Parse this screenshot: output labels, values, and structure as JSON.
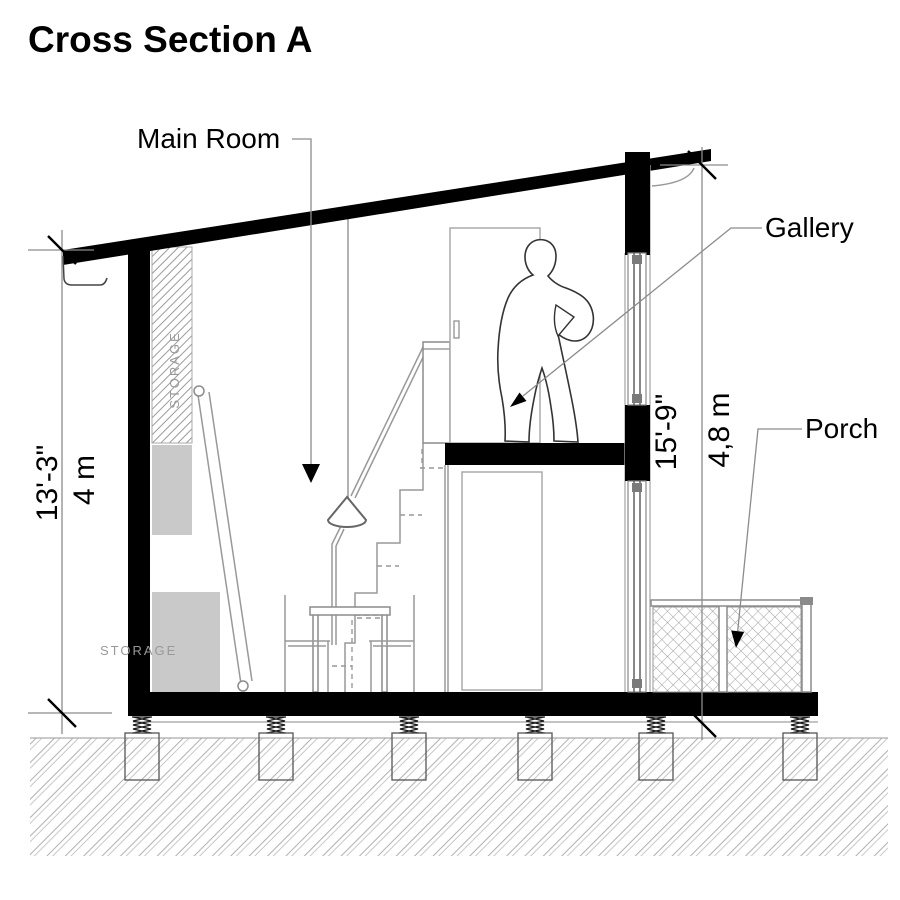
{
  "title": "Cross Section A",
  "labels": {
    "main_room": "Main Room",
    "gallery": "Gallery",
    "porch": "Porch",
    "storage_upper": "STORAGE",
    "storage_lower": "STORAGE"
  },
  "dimensions": {
    "left_imperial": "13'-3\"",
    "left_metric": "4 m",
    "right_imperial": "15'-9\"",
    "right_metric": "4,8 m"
  },
  "colors": {
    "ink": "#000000",
    "leader_line": "#8c8c8c",
    "drawing_line": "#999999",
    "light_fill": "#c9c9c9",
    "storage_text": "#999999",
    "hardware": "#7a7a7a",
    "background": "#ffffff"
  }
}
